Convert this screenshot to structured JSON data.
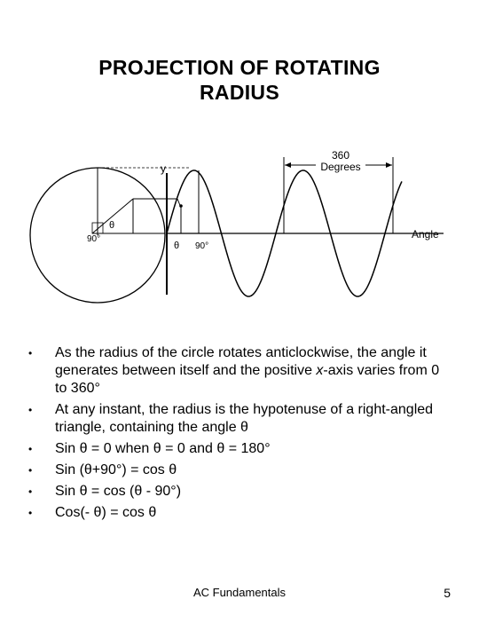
{
  "title": {
    "line1": "PROJECTION OF ROTATING",
    "line2": "RADIUS"
  },
  "diagram": {
    "period_value": "360",
    "period_unit": "Degrees",
    "y_label": "y",
    "theta_label": "θ",
    "right_angle_label": "90°",
    "wave_theta_label": "θ",
    "wave_90_label": "90°",
    "angle_label": "Angle"
  },
  "bullets": [
    {
      "pre": "As the radius of the circle rotates anticlockwise, the angle it generates between itself and the positive ",
      "it": "x",
      "post": "-axis varies from 0 to 360°"
    },
    {
      "pre": "At any instant, the radius is the hypotenuse of a right-angled triangle, containing the angle θ",
      "it": "",
      "post": ""
    },
    {
      "pre": "Sin θ = 0 when θ = 0 and θ = 180°",
      "it": "",
      "post": ""
    },
    {
      "pre": "Sin (θ+90°) = cos θ",
      "it": "",
      "post": ""
    },
    {
      "pre": "Sin θ = cos (θ - 90°)",
      "it": "",
      "post": ""
    },
    {
      "pre": "Cos(- θ) = cos θ",
      "it": "",
      "post": ""
    }
  ],
  "footer": {
    "center": "AC Fundamentals",
    "page": "5"
  }
}
